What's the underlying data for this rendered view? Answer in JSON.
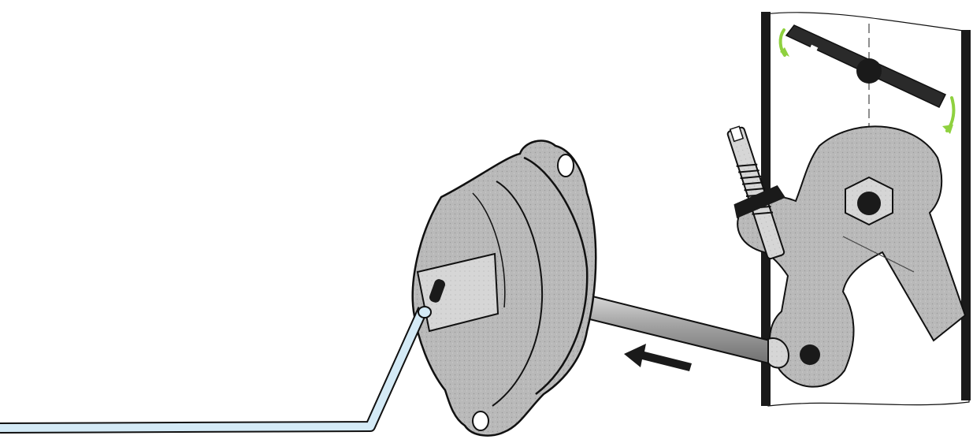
{
  "colors": {
    "background": "#ffffff",
    "metal_fill": "#b9b9b9",
    "metal_light": "#d6d6d6",
    "metal_dark": "#8f8f8f",
    "outline": "#111111",
    "vacuum_line": "#d4eaf6",
    "rotation_arrow": "#8fd13f",
    "black": "#1a1a1a"
  },
  "diagram": {
    "components": [
      {
        "id": "vacuum-hose",
        "icon": "tube"
      },
      {
        "id": "vacuum-diaphragm-housing",
        "icon": "round-housing"
      },
      {
        "id": "push-rod",
        "icon": "rod"
      },
      {
        "id": "motion-arrow",
        "icon": "arrow-left"
      },
      {
        "id": "throttle-lever",
        "icon": "lever"
      },
      {
        "id": "adjusting-screw",
        "icon": "screw"
      },
      {
        "id": "throttle-plate",
        "icon": "butterfly-valve"
      },
      {
        "id": "throttle-bore-walls",
        "icon": "walls"
      },
      {
        "id": "rotation-arrows",
        "icon": "curved-arrow"
      }
    ]
  }
}
